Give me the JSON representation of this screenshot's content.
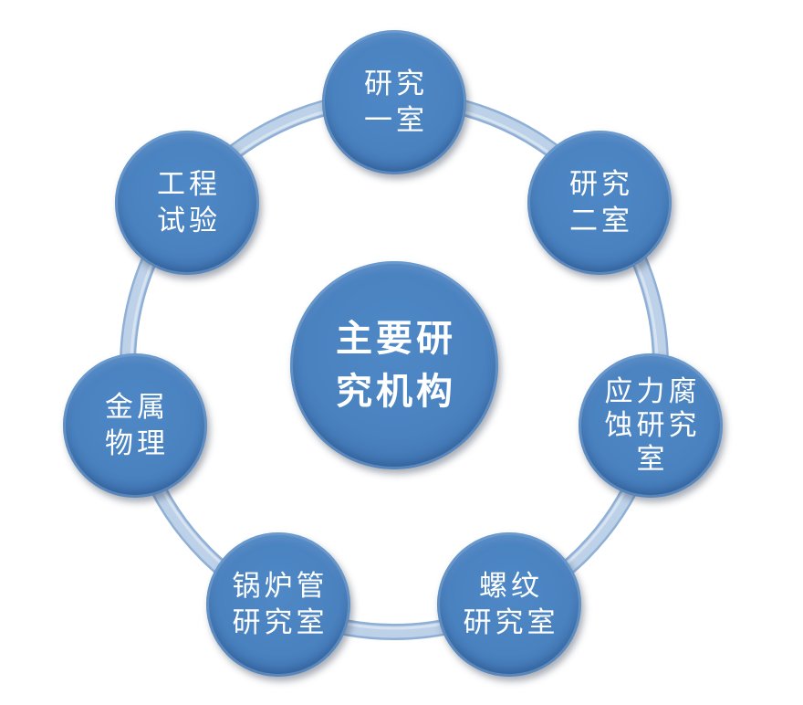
{
  "diagram": {
    "type": "hub-and-ring",
    "colors": {
      "node_fill": "#4a82c0",
      "node_edge": "#2a5487",
      "ring": "#b7cde6",
      "ring_edge": "#8fb0d6",
      "text": "#ffffff",
      "background": "#ffffff"
    },
    "center": {
      "lines": [
        "主要研",
        "究机构"
      ]
    },
    "nodes": [
      {
        "id": "research-office-1",
        "lines": [
          "研究",
          "一室"
        ]
      },
      {
        "id": "research-office-2",
        "lines": [
          "研究",
          "二室"
        ]
      },
      {
        "id": "stress-corrosion-lab",
        "lines": [
          "应力腐",
          "蚀研究",
          "室"
        ]
      },
      {
        "id": "thread-lab",
        "lines": [
          "螺纹",
          "研究室"
        ]
      },
      {
        "id": "boiler-tube-lab",
        "lines": [
          "锅炉管",
          "研究室"
        ]
      },
      {
        "id": "metal-physics",
        "lines": [
          "金属",
          "物理"
        ]
      },
      {
        "id": "engineering-test",
        "lines": [
          "工程",
          "试验"
        ]
      }
    ]
  }
}
